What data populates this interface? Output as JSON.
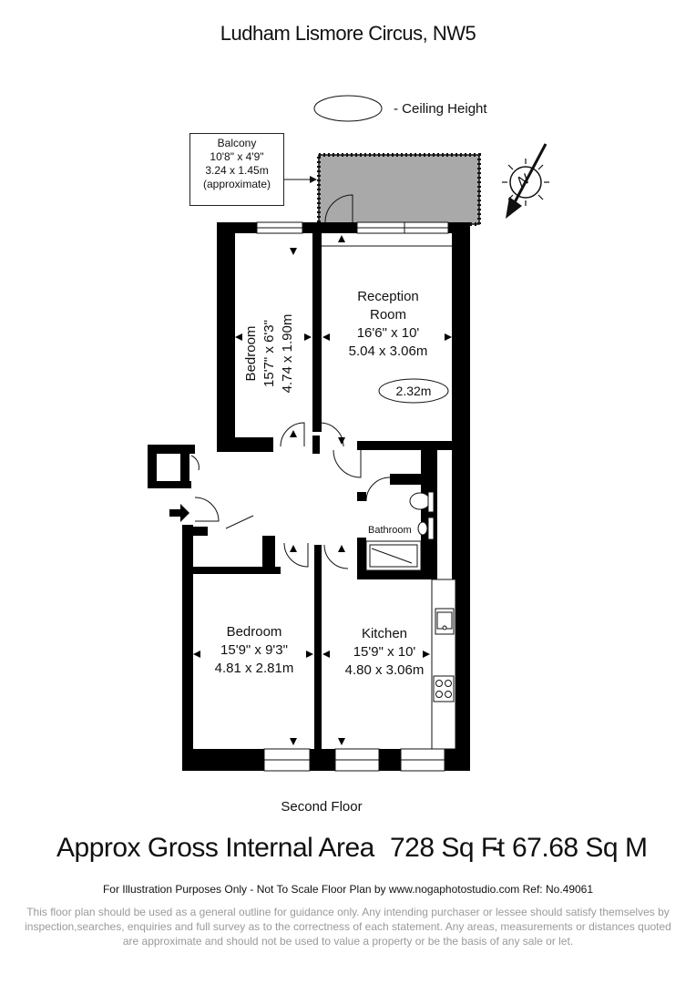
{
  "header": {
    "title": "Ludham Lismore Circus, NW5"
  },
  "legend": {
    "ceiling_label": "- Ceiling Height"
  },
  "balcony": {
    "name": "Balcony",
    "imperial": "10'8\" x 4'9\"",
    "metric": "3.24 x 1.45m",
    "note": "(approximate)"
  },
  "rooms": {
    "reception": {
      "name_line1": "Reception",
      "name_line2": "Room",
      "imperial": "16'6\" x 10'",
      "metric": "5.04 x 3.06m",
      "ceiling_height": "2.32m"
    },
    "bedroom1": {
      "name": "Bedroom",
      "imperial": "15'7\" x 6'3\"",
      "metric": "4.74 x 1.90m"
    },
    "bedroom2": {
      "name": "Bedroom",
      "imperial": "15'9\" x 9'3\"",
      "metric": "4.81 x 2.81m"
    },
    "kitchen": {
      "name": "Kitchen",
      "imperial": "15'9\" x 10'",
      "metric": "4.80 x 3.06m"
    },
    "bathroom": {
      "name": "Bathroom"
    }
  },
  "compass": {
    "label": "N"
  },
  "floor": {
    "label": "Second Floor"
  },
  "area": {
    "label": "Approx Gross Internal Area",
    "sqft": "728 Sq Ft",
    "separator": "-",
    "sqm": "67.68 Sq M"
  },
  "footer": {
    "note": "For Illustration Purposes Only - Not To Scale   Floor Plan by www.nogaphotostudio.com   Ref: No.49061",
    "disclaimer": "This floor plan should be used as a general outline for guidance only. Any intending purchaser or lessee should satisfy themselves by inspection,searches, enquiries and full survey as to the correctness of each statement. Any areas, measurements or distances quoted are approximate and should not be used to value a property or be the basis of any sale or let."
  },
  "colors": {
    "wall": "#000000",
    "balcony_fill": "#a9a9a9",
    "disclaimer_text": "#9a9a9a"
  }
}
